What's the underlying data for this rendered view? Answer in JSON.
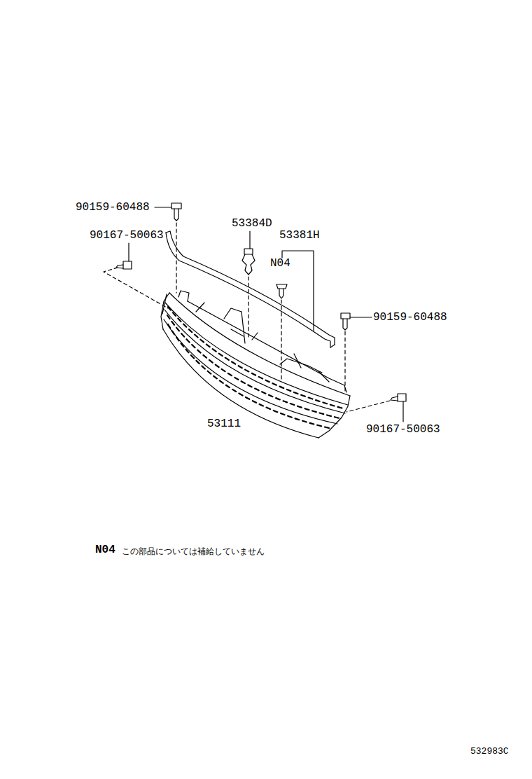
{
  "diagram": {
    "labels": [
      "90159-60488",
      "53384D",
      "90167-50063",
      "53381H",
      "N04",
      "90159-60488",
      "53111",
      "90167-50063",
      "N04",
      "この部品については補給していません",
      "532983C"
    ]
  }
}
